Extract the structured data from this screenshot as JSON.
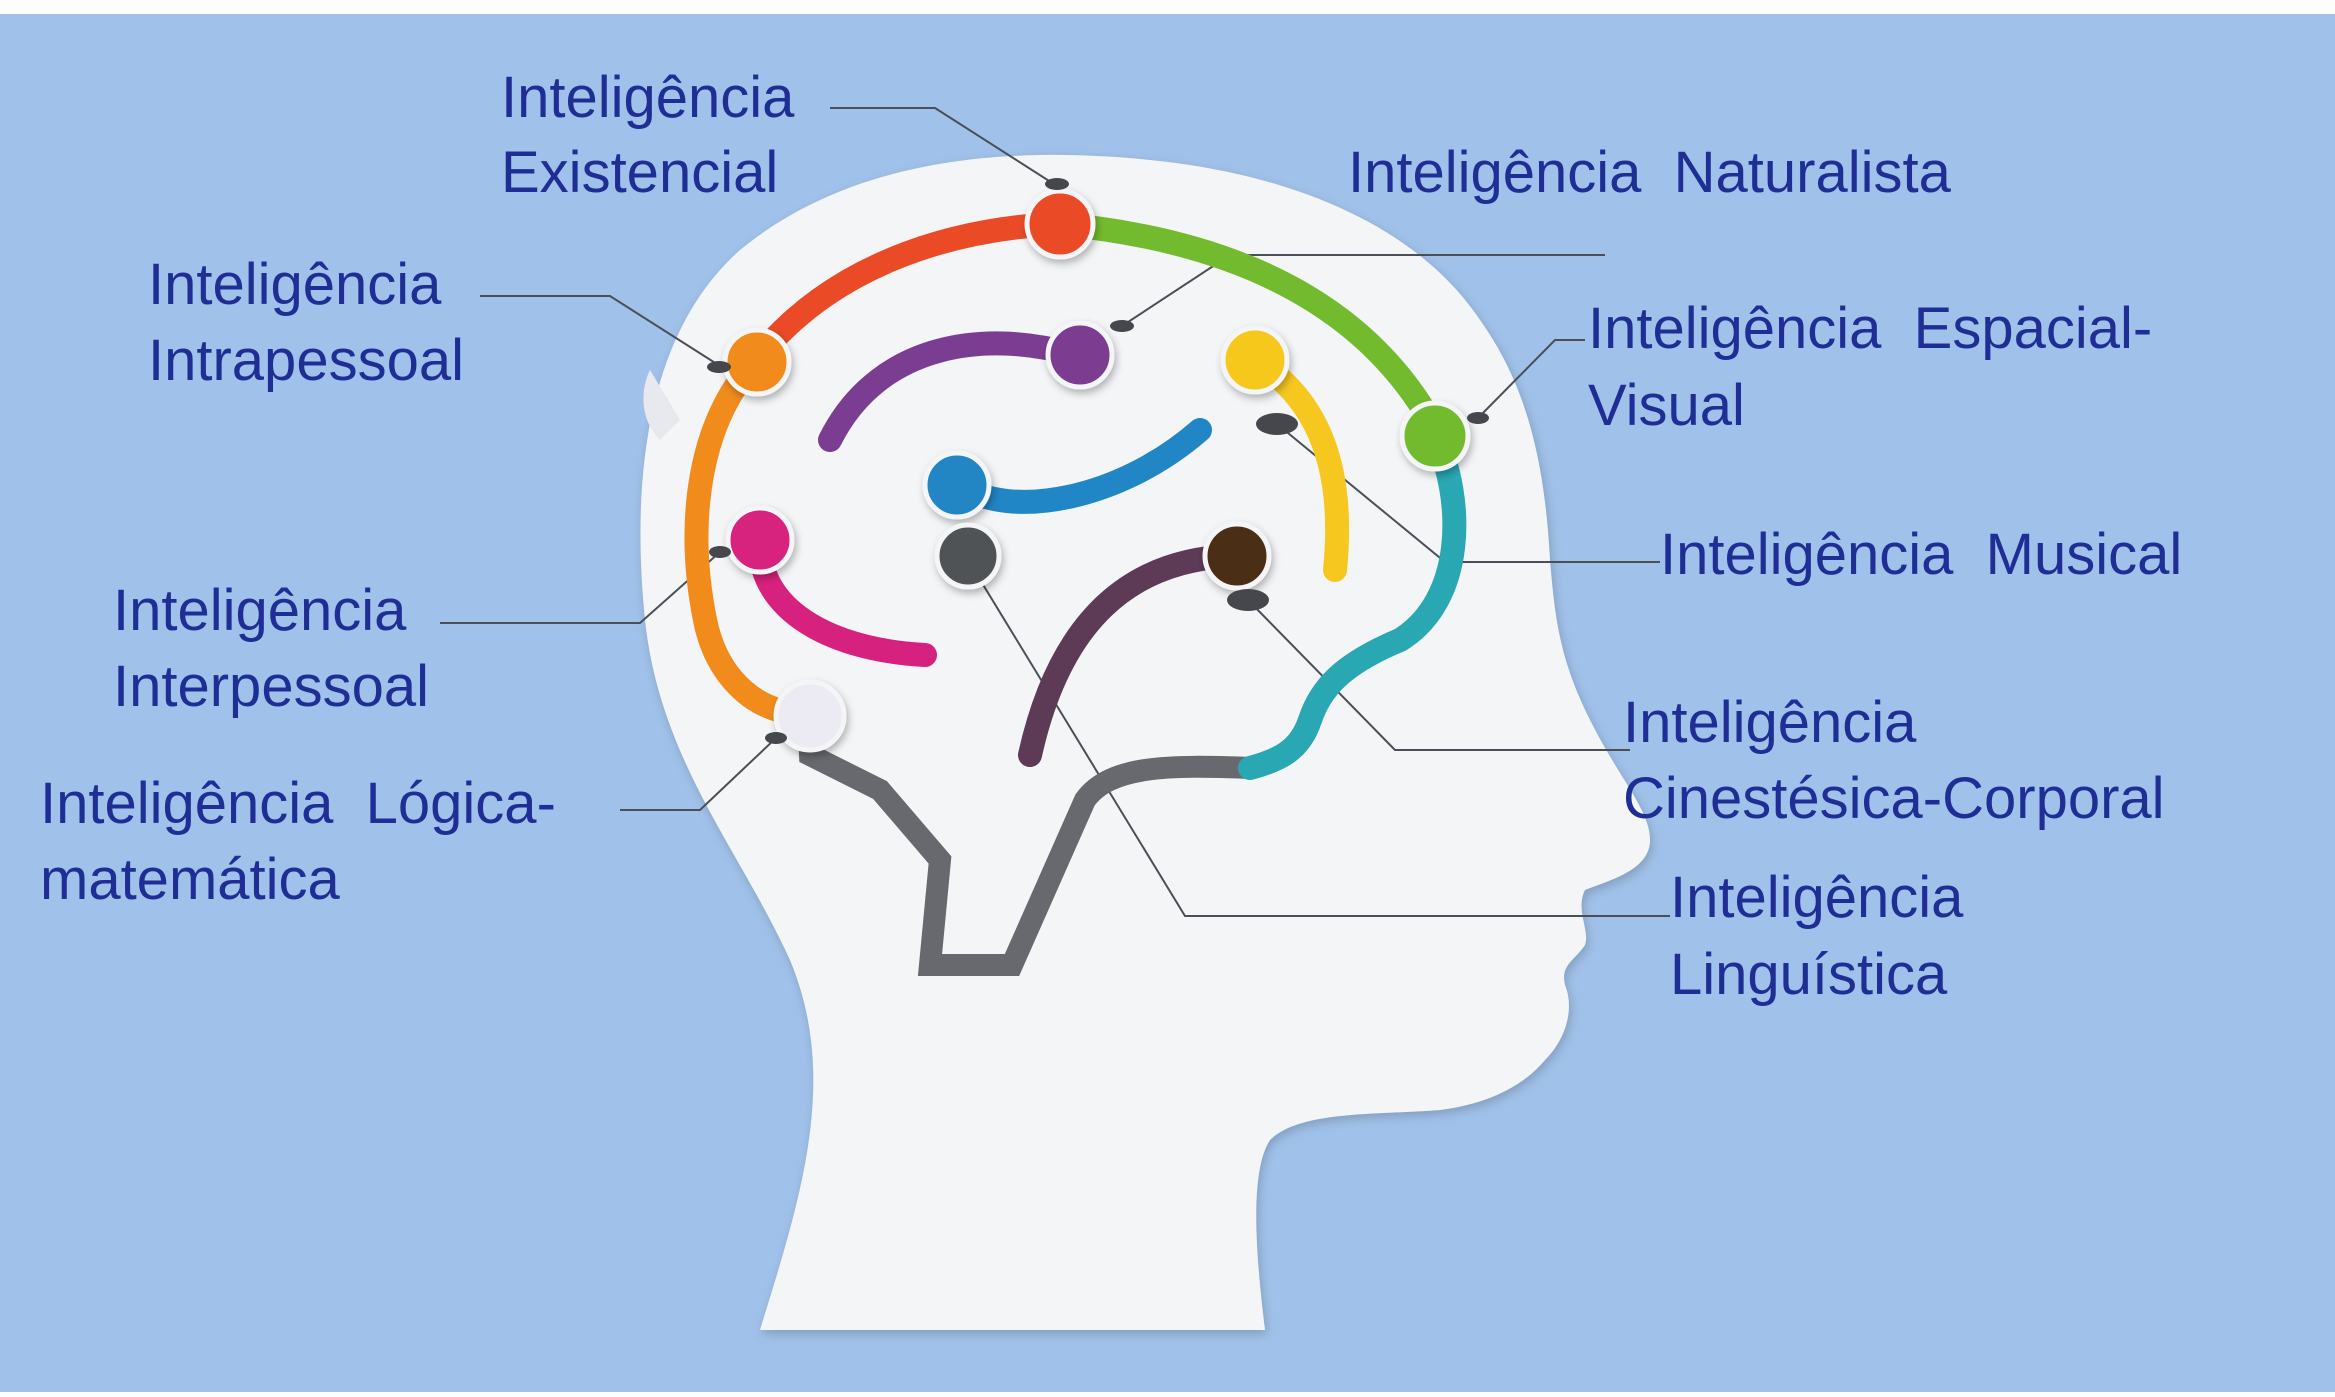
{
  "colors": {
    "background": "#a0c1e9",
    "head": "#f4f5f7",
    "label_text": "#1f2e95",
    "leader_line": "#4a4f57"
  },
  "labels": {
    "existencial": {
      "line1": "Inteligência",
      "line2": "Existencial",
      "color": "#ea4b26"
    },
    "naturalista": {
      "line1": "Inteligência  Naturalista",
      "color": "#7b3d91"
    },
    "intrapessoal": {
      "line1": "Inteligência",
      "line2": "Intrapessoal",
      "color": "#f08b1c"
    },
    "espacial": {
      "line1": "Inteligência  Espacial-",
      "line2": "Visual",
      "color": "#72bb2e"
    },
    "musical": {
      "line1": "Inteligência  Musical",
      "color": "#f6c81f"
    },
    "interpessoal": {
      "line1": "Inteligência",
      "line2": "Interpessoal",
      "color": "#d7217e"
    },
    "cinestesica": {
      "line1": "Inteligência",
      "line2": "Cinestésica-Corporal",
      "color": "#4c2d17"
    },
    "logica": {
      "line1": "Inteligência  Lógica-",
      "line2": "matemática",
      "color": "#eceaf2"
    },
    "linguistica": {
      "line1": "Inteligência",
      "line2": "Linguística",
      "color": "#505257"
    }
  }
}
